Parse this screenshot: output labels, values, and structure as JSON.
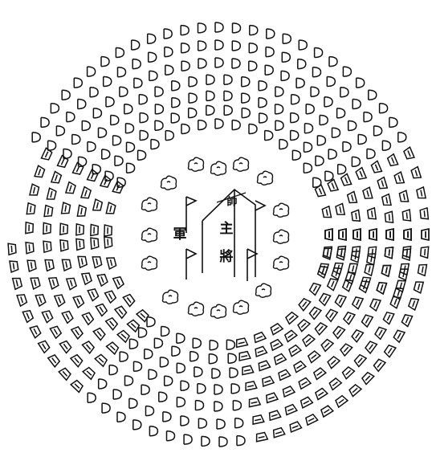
{
  "diagram": {
    "labels": {
      "command_banner": "帥",
      "main_1": "主",
      "main_2": "將",
      "army": "軍"
    },
    "formation": {
      "rings": 7,
      "groups": [
        {
          "name": "top",
          "start_deg": 208,
          "end_deg": 332,
          "rows": 7,
          "ring_start": 0,
          "glyph": "D"
        },
        {
          "name": "upper-right",
          "start_deg": 337,
          "end_deg": 360,
          "rows": 7,
          "ring_start": 0,
          "glyph": "cup"
        },
        {
          "name": "right",
          "start_deg": 360,
          "end_deg": 378,
          "rows": 6,
          "ring_start": 1,
          "glyph": "cup"
        },
        {
          "name": "lower-right",
          "start_deg": 0,
          "end_deg": 78,
          "rows": 7,
          "ring_start": 0,
          "glyph": "cup"
        },
        {
          "name": "bottom",
          "start_deg": 84,
          "end_deg": 128,
          "rows": 7,
          "ring_start": 0,
          "glyph": "D"
        },
        {
          "name": "lower-left",
          "start_deg": 133,
          "end_deg": 176,
          "rows": 7,
          "ring_start": 0,
          "glyph": "cup"
        },
        {
          "name": "upper-left",
          "start_deg": 182,
          "end_deg": 205,
          "rows": 6,
          "ring_start": 1,
          "glyph": "cup"
        }
      ]
    }
  }
}
